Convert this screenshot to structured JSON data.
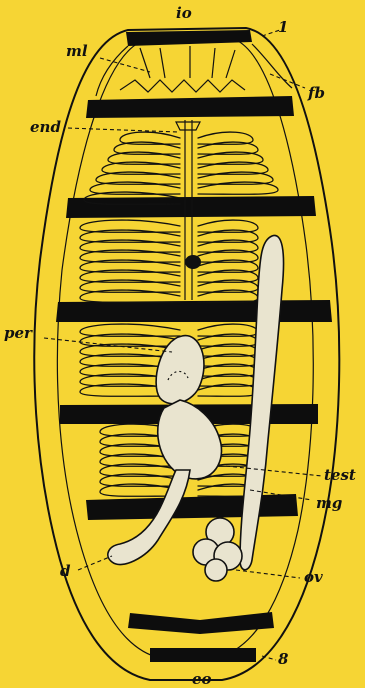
{
  "labels": {
    "io": "io",
    "one": "1",
    "ml": "ml",
    "fb": "fb",
    "end": "end",
    "per": "per",
    "test": "test",
    "mg": "mg",
    "d": "d",
    "ov": "ov",
    "eo": "eo",
    "eight": "8"
  },
  "colors": {
    "background": "#f6d534",
    "ink": "#111111",
    "organ_fill": "#e9e4cf"
  }
}
